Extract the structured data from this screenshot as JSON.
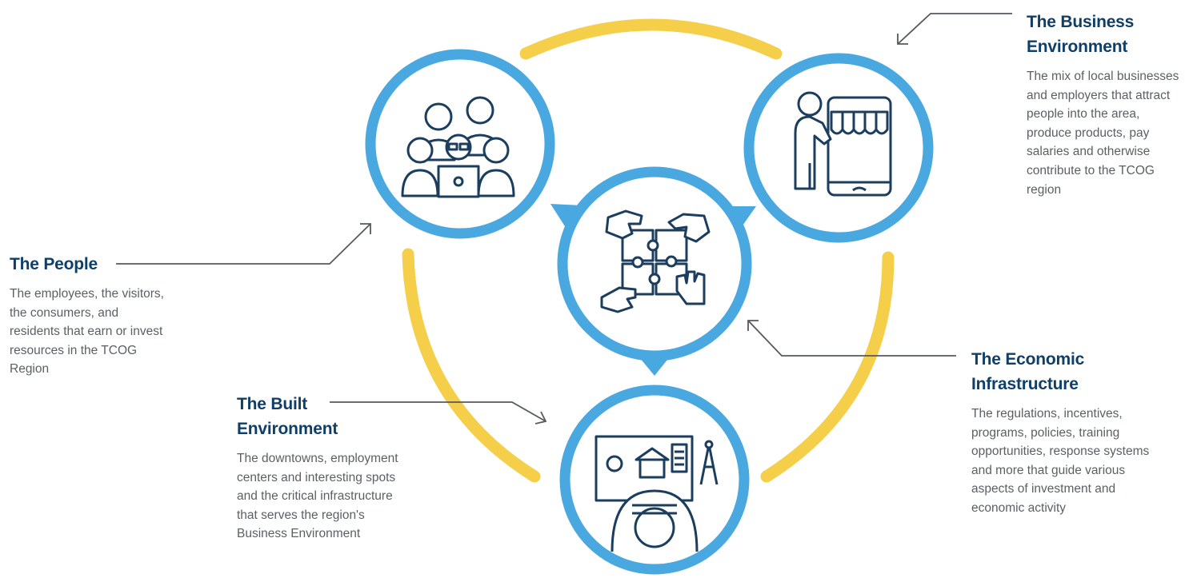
{
  "colors": {
    "ring": "#4aa8e0",
    "arc": "#f6cf4a",
    "icon": "#1b3d5e",
    "arrow": "#555a5f",
    "title": "#0f3f68",
    "text": "#5b6066"
  },
  "icons": {
    "people": "people-group-icon",
    "business": "shopkeeper-storefront-icon",
    "center": "puzzle-hands-icon",
    "built": "architect-desk-icon"
  },
  "people": {
    "title": "The People",
    "description": "The employees, the visitors, the consumers, and residents that earn or invest resources in the TCOG Region"
  },
  "business": {
    "title_line1": "The Business",
    "title_line2": "Environment",
    "description": "The mix of local businesses and employers that attract people into the area, produce products, pay salaries and otherwise contribute to the TCOG region"
  },
  "built": {
    "title_line1": "The Built",
    "title_line2": "Environment",
    "description": "The downtowns, employment centers and interesting spots and the critical infrastructure that serves the region's Business Environment"
  },
  "economic": {
    "title_line1": "The Economic",
    "title_line2": "Infrastructure",
    "description": "The regulations, incentives, programs, policies, training opportunities, response systems and more that guide various aspects of investment and economic activity"
  }
}
